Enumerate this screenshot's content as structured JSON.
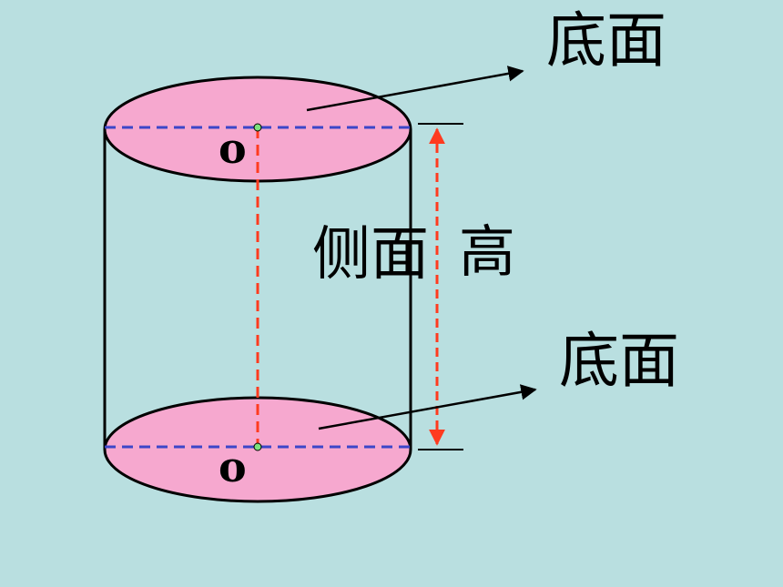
{
  "labels": {
    "top_base": "底面",
    "bottom_base": "底面",
    "height": "高",
    "lateral_face": "侧面",
    "center_top": "o",
    "center_bottom": "o"
  },
  "colors": {
    "background": "#b9dfe0",
    "base_fill": "#f6a8cf",
    "outline": "#000000",
    "diameter_line": "#3c46c8",
    "axis_line": "#ff3b1f",
    "center_dot": "#7ee27e"
  }
}
